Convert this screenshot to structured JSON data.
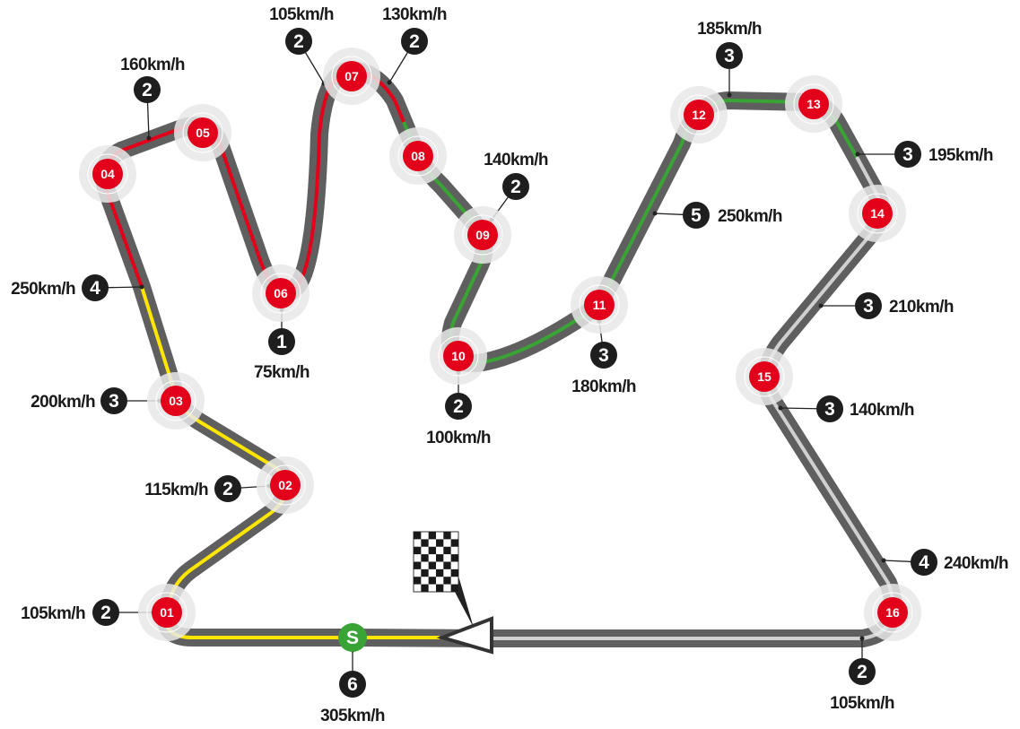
{
  "track": {
    "colors": {
      "asphalt": "#5f5f5f",
      "sector1": "#ffe600",
      "sector2": "#e2001a",
      "sector3": "#3aa335",
      "final": "#d0d0d0",
      "corner": "#e2001a",
      "start": "#3aa335",
      "badge": "#1e1e1e"
    },
    "start_label": "S",
    "corners": [
      "01",
      "02",
      "03",
      "04",
      "05",
      "06",
      "07",
      "08",
      "09",
      "10",
      "11",
      "12",
      "13",
      "14",
      "15",
      "16"
    ],
    "speed_points": [
      {
        "gear": "6",
        "speed": "305km/h"
      },
      {
        "gear": "2",
        "speed": "105km/h"
      },
      {
        "gear": "2",
        "speed": "115km/h"
      },
      {
        "gear": "3",
        "speed": "200km/h"
      },
      {
        "gear": "4",
        "speed": "250km/h"
      },
      {
        "gear": "2",
        "speed": "160km/h"
      },
      {
        "gear": "1",
        "speed": "75km/h"
      },
      {
        "gear": "2",
        "speed": "105km/h"
      },
      {
        "gear": "2",
        "speed": "130km/h"
      },
      {
        "gear": "2",
        "speed": "140km/h"
      },
      {
        "gear": "2",
        "speed": "100km/h"
      },
      {
        "gear": "3",
        "speed": "180km/h"
      },
      {
        "gear": "5",
        "speed": "250km/h"
      },
      {
        "gear": "3",
        "speed": "185km/h"
      },
      {
        "gear": "3",
        "speed": "195km/h"
      },
      {
        "gear": "3",
        "speed": "210km/h"
      },
      {
        "gear": "3",
        "speed": "140km/h"
      },
      {
        "gear": "4",
        "speed": "240km/h"
      },
      {
        "gear": "2",
        "speed": "105km/h"
      }
    ]
  }
}
